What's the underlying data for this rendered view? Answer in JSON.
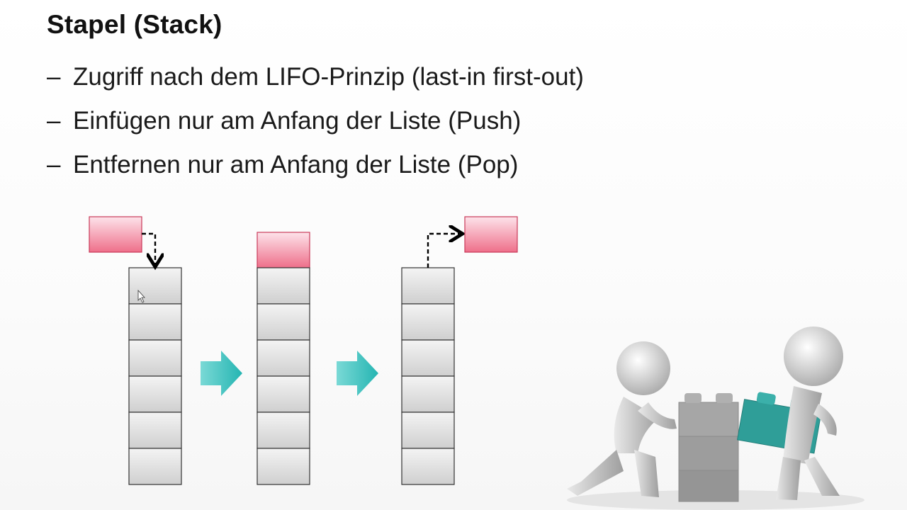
{
  "slide": {
    "title": "Stapel (Stack)",
    "bullets": [
      "Zugriff nach dem LIFO-Prinzip (last-in first-out)",
      "Einfügen nur am Anfang der Liste (Push)",
      "Entfernen nur am Anfang der Liste (Pop)"
    ],
    "dash": "–"
  },
  "diagram": {
    "stages": [
      {
        "name": "before-push",
        "filled_slots": 0,
        "element_position": "above-left"
      },
      {
        "name": "after-push",
        "filled_slots": 1,
        "element_position": "on-top"
      },
      {
        "name": "after-pop",
        "filled_slots": 0,
        "element_position": "above-right"
      }
    ],
    "slots_per_stack": 6,
    "colors": {
      "element_fill": "#f07a92",
      "slot_fill": "#d9d9d9",
      "arrow_fill": "#34c4c4",
      "teal_brick": "#2f9e98",
      "grey_brick": "#9a9a9a"
    }
  },
  "illustration": {
    "description_icon": "two-figures-building-blocks-icon"
  }
}
